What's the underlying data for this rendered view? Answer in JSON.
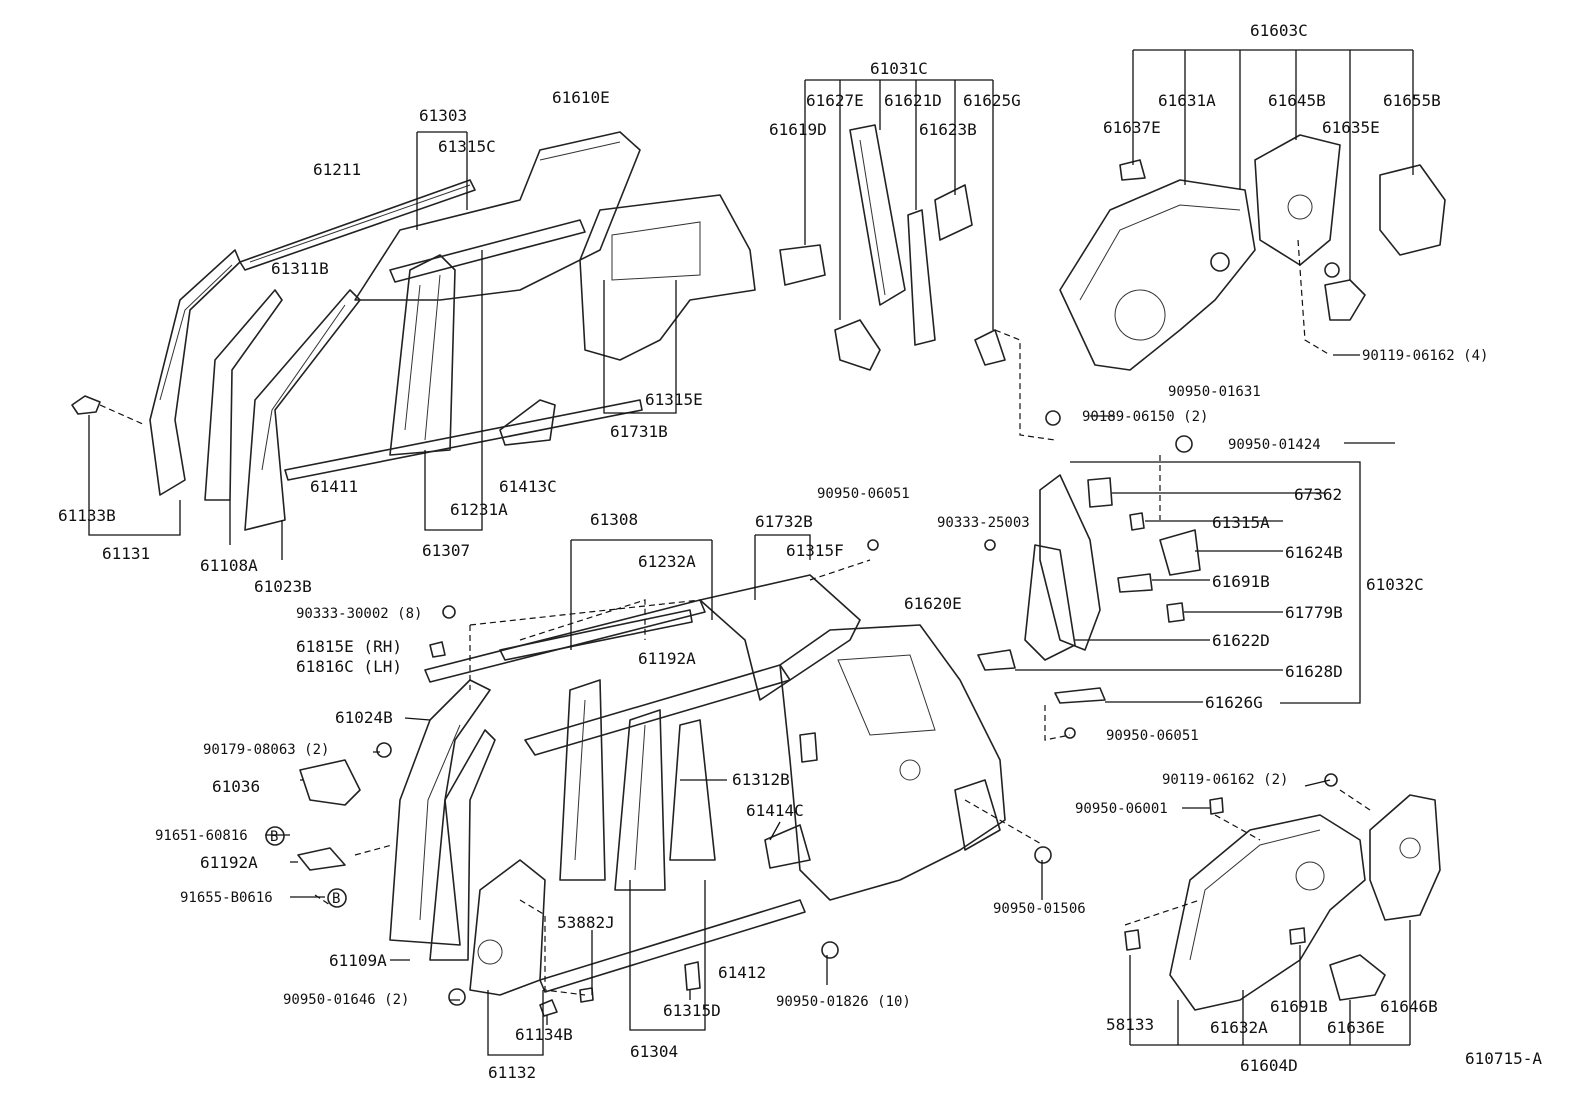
{
  "diagram_code": "610715-A",
  "labels": {
    "l61603C": "61603C",
    "l61631A": "61631A",
    "l61645B": "61645B",
    "l61655B": "61655B",
    "l61637E": "61637E",
    "l61635E": "61635E",
    "l61031C": "61031C",
    "l61627E": "61627E",
    "l61621D": "61621D",
    "l61625G": "61625G",
    "l61619D": "61619D",
    "l61623B": "61623B",
    "l61610E": "61610E",
    "l61303": "61303",
    "l61315C": "61315C",
    "l61211": "61211",
    "l61311B": "61311B",
    "l61315E": "61315E",
    "l61731B": "61731B",
    "l61411": "61411",
    "l61413C": "61413C",
    "l61231A": "61231A",
    "l61307": "61307",
    "l61133B": "61133B",
    "l61131": "61131",
    "l61108A": "61108A",
    "l61023B": "61023B",
    "l90950_01631": "90950-01631",
    "l90119_06162_4": "90119-06162 (4)",
    "l90189_06150_2": "90189-06150 (2)",
    "l90950_01424": "90950-01424",
    "l67362": "67362",
    "l61315A": "61315A",
    "l61624B": "61624B",
    "l61691B_r": "61691B",
    "l61032C": "61032C",
    "l61779B": "61779B",
    "l61622D": "61622D",
    "l61628D": "61628D",
    "l61626G": "61626G",
    "l90950_06051_r": "90950-06051",
    "l90950_06051_t": "90950-06051",
    "l90333_25003": "90333-25003",
    "l61308": "61308",
    "l61232A": "61232A",
    "l61732B": "61732B",
    "l61315F": "61315F",
    "l61620E": "61620E",
    "l90333_30002": "90333-30002 (8)",
    "l61815E": "61815E (RH)",
    "l61816C": "61816C (LH)",
    "l61192A_t": "61192A",
    "l61024B": "61024B",
    "l90179_08063": "90179-08063 (2)",
    "l61036": "61036",
    "l61312B": "61312B",
    "l61414C": "61414C",
    "l91651_60816": "91651-60816",
    "l61192A_l": "61192A",
    "l91655_B0616": "91655-B0616",
    "l53882J": "53882J",
    "l61109A": "61109A",
    "l61412": "61412",
    "l90950_01826": "90950-01826 (10)",
    "l90950_01646": "90950-01646 (2)",
    "l61134B": "61134B",
    "l61315D": "61315D",
    "l61132": "61132",
    "l61304": "61304",
    "l90950_01506": "90950-01506",
    "l90119_06162_2": "90119-06162 (2)",
    "l90950_06001": "90950-06001",
    "l58133": "58133",
    "l61632A": "61632A",
    "l61691B_b": "61691B",
    "l61636E": "61636E",
    "l61646B": "61646B",
    "l61604D": "61604D",
    "badge_b": "B"
  }
}
